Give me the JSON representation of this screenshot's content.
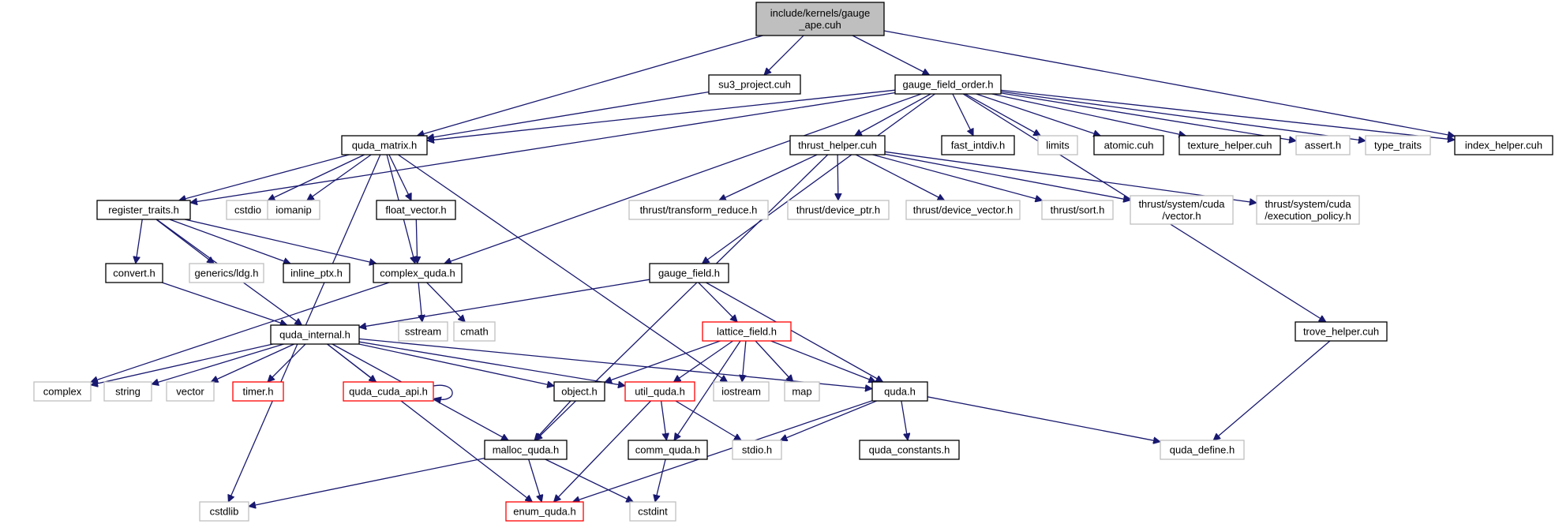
{
  "colors": {
    "edge": "#191970",
    "root_fill": "#bfbfbf",
    "border_normal": "#000000",
    "border_system": "#bfbfbf",
    "border_truncated": "#ff0000",
    "text_system": "#000000"
  },
  "nodes": [
    {
      "id": "gauge_ape",
      "label": [
        "include/kernels/gauge",
        "_ape.cuh"
      ],
      "kind": "root"
    },
    {
      "id": "su3_project",
      "label": [
        "su3_project.cuh"
      ],
      "kind": "normal"
    },
    {
      "id": "gauge_field_order",
      "label": [
        "gauge_field_order.h"
      ],
      "kind": "normal"
    },
    {
      "id": "quda_matrix",
      "label": [
        "quda_matrix.h"
      ],
      "kind": "normal"
    },
    {
      "id": "thrust_helper",
      "label": [
        "thrust_helper.cuh"
      ],
      "kind": "normal"
    },
    {
      "id": "fast_intdiv",
      "label": [
        "fast_intdiv.h"
      ],
      "kind": "normal"
    },
    {
      "id": "limits",
      "label": [
        "limits"
      ],
      "kind": "system"
    },
    {
      "id": "atomic",
      "label": [
        "atomic.cuh"
      ],
      "kind": "normal"
    },
    {
      "id": "texture_helper",
      "label": [
        "texture_helper.cuh"
      ],
      "kind": "normal"
    },
    {
      "id": "assert",
      "label": [
        "assert.h"
      ],
      "kind": "system"
    },
    {
      "id": "type_traits",
      "label": [
        "type_traits"
      ],
      "kind": "system"
    },
    {
      "id": "index_helper",
      "label": [
        "index_helper.cuh"
      ],
      "kind": "normal"
    },
    {
      "id": "register_traits",
      "label": [
        "register_traits.h"
      ],
      "kind": "normal"
    },
    {
      "id": "cstdio",
      "label": [
        "cstdio"
      ],
      "kind": "system"
    },
    {
      "id": "iomanip",
      "label": [
        "iomanip"
      ],
      "kind": "system"
    },
    {
      "id": "float_vector",
      "label": [
        "float_vector.h"
      ],
      "kind": "normal"
    },
    {
      "id": "thrust_transform_reduce",
      "label": [
        "thrust/transform_reduce.h"
      ],
      "kind": "system"
    },
    {
      "id": "thrust_device_ptr",
      "label": [
        "thrust/device_ptr.h"
      ],
      "kind": "system"
    },
    {
      "id": "thrust_device_vector",
      "label": [
        "thrust/device_vector.h"
      ],
      "kind": "system"
    },
    {
      "id": "thrust_sort",
      "label": [
        "thrust/sort.h"
      ],
      "kind": "system"
    },
    {
      "id": "thrust_cuda_vector",
      "label": [
        "thrust/system/cuda",
        "/vector.h"
      ],
      "kind": "system"
    },
    {
      "id": "thrust_cuda_exec",
      "label": [
        "thrust/system/cuda",
        "/execution_policy.h"
      ],
      "kind": "system"
    },
    {
      "id": "convert",
      "label": [
        "convert.h"
      ],
      "kind": "normal"
    },
    {
      "id": "generics_ldg",
      "label": [
        "generics/ldg.h"
      ],
      "kind": "system"
    },
    {
      "id": "inline_ptx",
      "label": [
        "inline_ptx.h"
      ],
      "kind": "normal"
    },
    {
      "id": "complex_quda",
      "label": [
        "complex_quda.h"
      ],
      "kind": "normal"
    },
    {
      "id": "gauge_field",
      "label": [
        "gauge_field.h"
      ],
      "kind": "normal"
    },
    {
      "id": "sstream",
      "label": [
        "sstream"
      ],
      "kind": "system"
    },
    {
      "id": "cmath",
      "label": [
        "cmath"
      ],
      "kind": "system"
    },
    {
      "id": "quda_internal",
      "label": [
        "quda_internal.h"
      ],
      "kind": "normal"
    },
    {
      "id": "lattice_field",
      "label": [
        "lattice_field.h"
      ],
      "kind": "truncated"
    },
    {
      "id": "trove_helper",
      "label": [
        "trove_helper.cuh"
      ],
      "kind": "normal"
    },
    {
      "id": "complex",
      "label": [
        "complex"
      ],
      "kind": "system"
    },
    {
      "id": "string",
      "label": [
        "string"
      ],
      "kind": "system"
    },
    {
      "id": "vector",
      "label": [
        "vector"
      ],
      "kind": "system"
    },
    {
      "id": "timer",
      "label": [
        "timer.h"
      ],
      "kind": "truncated"
    },
    {
      "id": "quda_cuda_api",
      "label": [
        "quda_cuda_api.h"
      ],
      "kind": "truncated"
    },
    {
      "id": "object",
      "label": [
        "object.h"
      ],
      "kind": "normal"
    },
    {
      "id": "util_quda",
      "label": [
        "util_quda.h"
      ],
      "kind": "truncated"
    },
    {
      "id": "iostream",
      "label": [
        "iostream"
      ],
      "kind": "system"
    },
    {
      "id": "map",
      "label": [
        "map"
      ],
      "kind": "system"
    },
    {
      "id": "quda",
      "label": [
        "quda.h"
      ],
      "kind": "normal"
    },
    {
      "id": "malloc_quda",
      "label": [
        "malloc_quda.h"
      ],
      "kind": "normal"
    },
    {
      "id": "comm_quda",
      "label": [
        "comm_quda.h"
      ],
      "kind": "normal"
    },
    {
      "id": "stdio",
      "label": [
        "stdio.h"
      ],
      "kind": "system"
    },
    {
      "id": "quda_constants",
      "label": [
        "quda_constants.h"
      ],
      "kind": "normal"
    },
    {
      "id": "quda_define",
      "label": [
        "quda_define.h"
      ],
      "kind": "system"
    },
    {
      "id": "cstdlib",
      "label": [
        "cstdlib"
      ],
      "kind": "system"
    },
    {
      "id": "enum_quda",
      "label": [
        "enum_quda.h"
      ],
      "kind": "truncated"
    },
    {
      "id": "cstdint",
      "label": [
        "cstdint"
      ],
      "kind": "system"
    }
  ],
  "edges": [
    [
      "gauge_ape",
      "su3_project"
    ],
    [
      "gauge_ape",
      "gauge_field_order"
    ],
    [
      "gauge_ape",
      "quda_matrix"
    ],
    [
      "gauge_ape",
      "index_helper"
    ],
    [
      "su3_project",
      "quda_matrix"
    ],
    [
      "gauge_field_order",
      "quda_matrix"
    ],
    [
      "gauge_field_order",
      "register_traits"
    ],
    [
      "gauge_field_order",
      "complex_quda"
    ],
    [
      "gauge_field_order",
      "thrust_helper"
    ],
    [
      "gauge_field_order",
      "fast_intdiv"
    ],
    [
      "gauge_field_order",
      "limits"
    ],
    [
      "gauge_field_order",
      "atomic"
    ],
    [
      "gauge_field_order",
      "texture_helper"
    ],
    [
      "gauge_field_order",
      "assert"
    ],
    [
      "gauge_field_order",
      "type_traits"
    ],
    [
      "gauge_field_order",
      "index_helper"
    ],
    [
      "gauge_field_order",
      "gauge_field"
    ],
    [
      "gauge_field_order",
      "trove_helper"
    ],
    [
      "quda_matrix",
      "register_traits"
    ],
    [
      "quda_matrix",
      "cstdio"
    ],
    [
      "quda_matrix",
      "iomanip"
    ],
    [
      "quda_matrix",
      "float_vector"
    ],
    [
      "quda_matrix",
      "complex_quda"
    ],
    [
      "quda_matrix",
      "iostream"
    ],
    [
      "quda_matrix",
      "cstdlib"
    ],
    [
      "thrust_helper",
      "malloc_quda"
    ],
    [
      "thrust_helper",
      "thrust_transform_reduce"
    ],
    [
      "thrust_helper",
      "thrust_device_ptr"
    ],
    [
      "thrust_helper",
      "thrust_device_vector"
    ],
    [
      "thrust_helper",
      "thrust_sort"
    ],
    [
      "thrust_helper",
      "thrust_cuda_vector"
    ],
    [
      "thrust_helper",
      "thrust_cuda_exec"
    ],
    [
      "register_traits",
      "convert"
    ],
    [
      "register_traits",
      "generics_ldg"
    ],
    [
      "register_traits",
      "inline_ptx"
    ],
    [
      "register_traits",
      "complex_quda"
    ],
    [
      "register_traits",
      "quda_internal"
    ],
    [
      "float_vector",
      "complex_quda"
    ],
    [
      "convert",
      "quda_internal"
    ],
    [
      "complex_quda",
      "sstream"
    ],
    [
      "complex_quda",
      "cmath"
    ],
    [
      "complex_quda",
      "complex"
    ],
    [
      "gauge_field",
      "quda_internal"
    ],
    [
      "gauge_field",
      "lattice_field"
    ],
    [
      "gauge_field",
      "quda"
    ],
    [
      "quda_internal",
      "complex"
    ],
    [
      "quda_internal",
      "string"
    ],
    [
      "quda_internal",
      "vector"
    ],
    [
      "quda_internal",
      "timer"
    ],
    [
      "quda_internal",
      "quda_cuda_api"
    ],
    [
      "quda_internal",
      "object"
    ],
    [
      "quda_internal",
      "util_quda"
    ],
    [
      "quda_internal",
      "quda"
    ],
    [
      "quda_internal",
      "malloc_quda"
    ],
    [
      "quda_internal",
      "enum_quda"
    ],
    [
      "quda_cuda_api",
      "quda_cuda_api"
    ],
    [
      "lattice_field",
      "object"
    ],
    [
      "lattice_field",
      "util_quda"
    ],
    [
      "lattice_field",
      "iostream"
    ],
    [
      "lattice_field",
      "map"
    ],
    [
      "lattice_field",
      "quda"
    ],
    [
      "lattice_field",
      "comm_quda"
    ],
    [
      "trove_helper",
      "quda_define"
    ],
    [
      "object",
      "malloc_quda"
    ],
    [
      "util_quda",
      "comm_quda"
    ],
    [
      "util_quda",
      "stdio"
    ],
    [
      "util_quda",
      "enum_quda"
    ],
    [
      "quda",
      "stdio"
    ],
    [
      "quda",
      "quda_constants"
    ],
    [
      "quda",
      "quda_define"
    ],
    [
      "quda",
      "enum_quda"
    ],
    [
      "malloc_quda",
      "cstdlib"
    ],
    [
      "malloc_quda",
      "enum_quda"
    ],
    [
      "malloc_quda",
      "cstdint"
    ],
    [
      "comm_quda",
      "cstdint"
    ]
  ]
}
